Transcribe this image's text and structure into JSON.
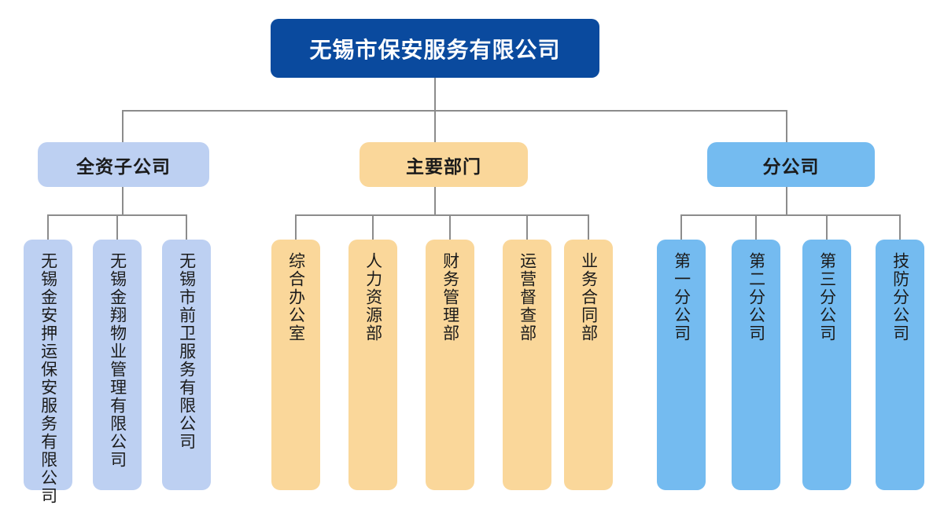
{
  "diagram": {
    "title": "无锡市保安服务有限公司",
    "type": "organization-chart",
    "colors": {
      "root_bg": "#0a4a9e",
      "root_text": "#ffffff",
      "subsidiary_bg": "#bdd0f2",
      "department_bg": "#fad79a",
      "branch_bg": "#74bbf0",
      "connector": "#8c8c8c",
      "node_text": "#1b1b1b",
      "canvas_bg": "#ffffff"
    }
  },
  "root": {
    "label": "无锡市保安服务有限公司"
  },
  "categories": [
    {
      "label": "全资子公司"
    },
    {
      "label": "主要部门"
    },
    {
      "label": "分公司"
    }
  ],
  "subsidiaries": [
    {
      "label": "无锡金安押运保安服务有限公司"
    },
    {
      "label": "无锡金翔物业管理有限公司"
    },
    {
      "label": "无锡市前卫服务有限公司"
    }
  ],
  "departments": [
    {
      "label": "综合办公室"
    },
    {
      "label": "人力资源部"
    },
    {
      "label": "财务管理部"
    },
    {
      "label": "运营督查部"
    },
    {
      "label": "业务合同部"
    }
  ],
  "branches": [
    {
      "label": "第一分公司"
    },
    {
      "label": "第二分公司"
    },
    {
      "label": "第三分公司"
    },
    {
      "label": "技防分公司"
    }
  ]
}
